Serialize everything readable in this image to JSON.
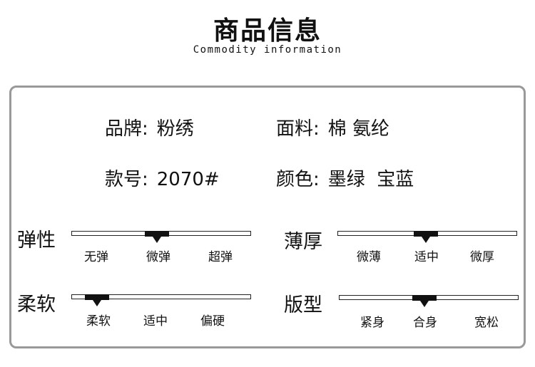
{
  "header": {
    "title": "商品信息",
    "subtitle": "Commodity information"
  },
  "specs": {
    "brand": {
      "label": "品牌:",
      "value": "粉绣"
    },
    "fabric": {
      "label": "面料:",
      "value": "棉 氨纶"
    },
    "style_no": {
      "label": "款号:",
      "value": "2070#"
    },
    "color": {
      "label": "颜色:",
      "value": "墨绿  宝蓝"
    }
  },
  "attributes": {
    "elasticity": {
      "label": "弹性",
      "options": [
        "无弹",
        "微弹",
        "超弹"
      ],
      "selected": "微弹"
    },
    "thickness": {
      "label": "薄厚",
      "options": [
        "微薄",
        "适中",
        "微厚"
      ],
      "selected": "适中"
    },
    "softness": {
      "label": "柔软",
      "options": [
        "柔软",
        "适中",
        "偏硬"
      ],
      "selected": "柔软"
    },
    "fit": {
      "label": "版型",
      "options": [
        "紧身",
        "合身",
        "宽松"
      ],
      "selected": "合身"
    }
  },
  "colors": {
    "frame_border": "#999999",
    "bar_marker": "#111111"
  }
}
